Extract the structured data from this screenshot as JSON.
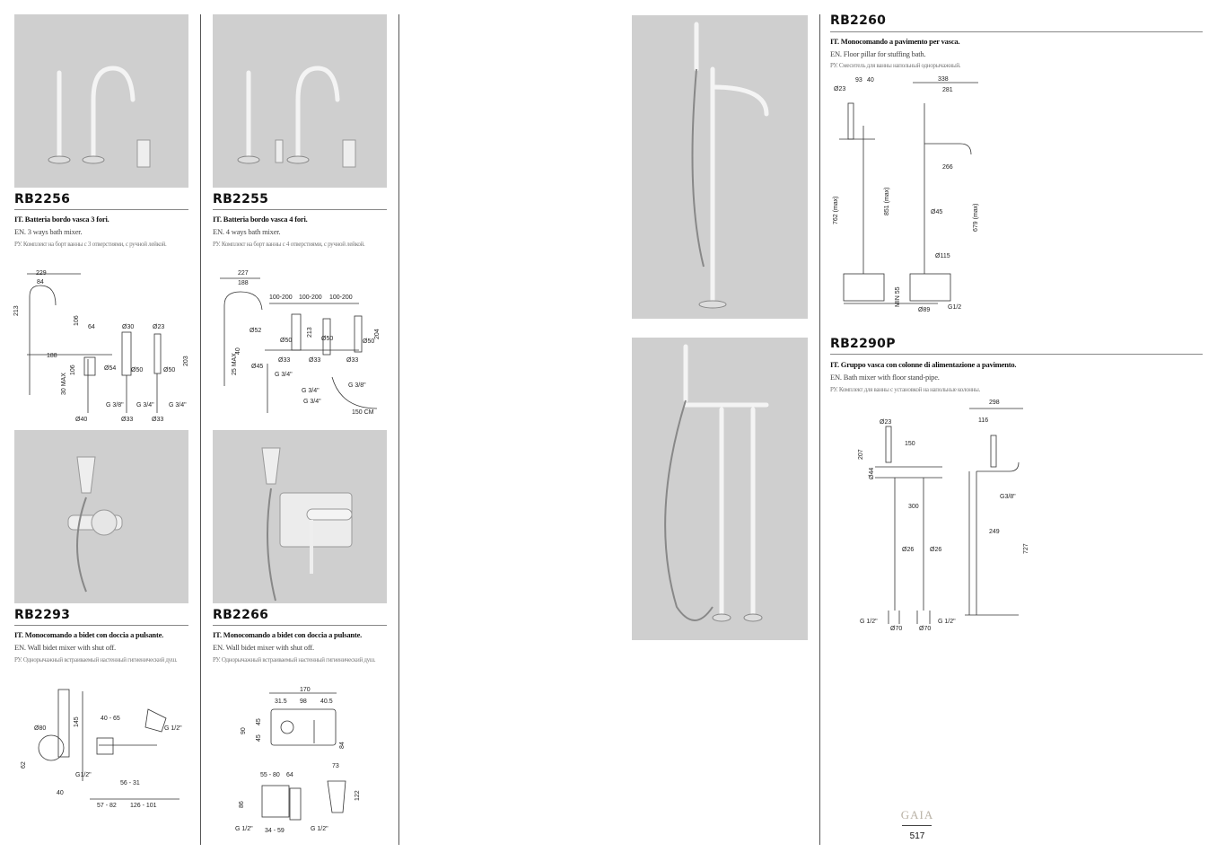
{
  "products": [
    {
      "code": "RB2256",
      "it": "IT. Batteria bordo vasca 3 fori.",
      "en": "EN. 3 ways bath mixer.",
      "ru": "РУ.  Комплект на борт ванны с 3 отверстиями, с ручной лейкой.",
      "dims": [
        "229",
        "84",
        "213",
        "106",
        "64",
        "Ø30",
        "Ø23",
        "188",
        "Ø54",
        "Ø50",
        "Ø50",
        "30 MAX",
        "106",
        "203",
        "G 3/8\"",
        "G 3/4\"",
        "G 3/4\"",
        "Ø40",
        "Ø33",
        "Ø33"
      ]
    },
    {
      "code": "RB2255",
      "it": "IT. Batteria bordo vasca 4 fori.",
      "en": "EN. 4 ways bath mixer.",
      "ru": "РУ. Комплект на борт ванны с 4 отверстиями, с ручной лейкой.",
      "dims": [
        "227",
        "188",
        "100-200",
        "100-200",
        "100-200",
        "Ø52",
        "Ø50",
        "213",
        "Ø50",
        "204",
        "Ø50",
        "40",
        "25 MAX",
        "Ø45",
        "Ø33",
        "Ø33",
        "Ø33",
        "G 3/4\"",
        "G 3/4\"",
        "G 3/8\"",
        "G 3/4\"",
        "150 CM"
      ]
    },
    {
      "code": "RB2293",
      "it": "IT. Monocomando a bidet con doccia a pulsante.",
      "en": "EN. Wall bidet mixer with shut off.",
      "ru": "РУ. Однорычажный встраиваемый настенный гигиенический душ.",
      "dims": [
        "Ø80",
        "145",
        "40 - 65",
        "G 1/2\"",
        "62",
        "G1/2\"",
        "56 - 31",
        "40",
        "57 - 82",
        "126 - 101"
      ]
    },
    {
      "code": "RB2266",
      "it": "IT. Monocomando a bidet con doccia a pulsante.",
      "en": "EN. Wall bidet mixer with shut off.",
      "ru": "РУ.  Однорычажный встраиваемый настенный гигиенический душ.",
      "dims": [
        "170",
        "31.5",
        "98",
        "40.5",
        "90",
        "45",
        "45",
        "84",
        "73",
        "55 - 80",
        "64",
        "86",
        "122",
        "G 1/2\"",
        "34 - 59",
        "G 1/2\""
      ]
    },
    {
      "code": "RB2260",
      "it": "IT. Monocomando a pavimento per vasca.",
      "en": "EN. Floor pillar for stuffing bath.",
      "ru": "РУ. Смеситель для ванны напольный однорычажный.",
      "dims": [
        "Ø23",
        "93",
        "40",
        "338",
        "281",
        "266",
        "762 (max)",
        "851 (max)",
        "Ø45",
        "679 (max)",
        "Ø115",
        "MIN 55",
        "G1/2",
        "Ø89"
      ]
    },
    {
      "code": "RB2290P",
      "it": "IT. Gruppo vasca con colonne di alimentazione a pavimento.",
      "en": "EN. Bath mixer with floor stand-pipe.",
      "ru": "РУ. Комплект для ванны с установкой на напольные колонны.",
      "dims": [
        "Ø23",
        "298",
        "116",
        "207",
        "Ø44",
        "150",
        "G3/8\"",
        "300",
        "249",
        "Ø26",
        "Ø26",
        "727",
        "G 1/2\"",
        "G 1/2\"",
        "Ø70",
        "Ø70"
      ]
    }
  ],
  "footer": {
    "brand": "GAIA",
    "page": "517"
  },
  "colors": {
    "photo_bg": "#cfcfcf",
    "rule": "#888888",
    "brand": "#b9b2a6"
  }
}
